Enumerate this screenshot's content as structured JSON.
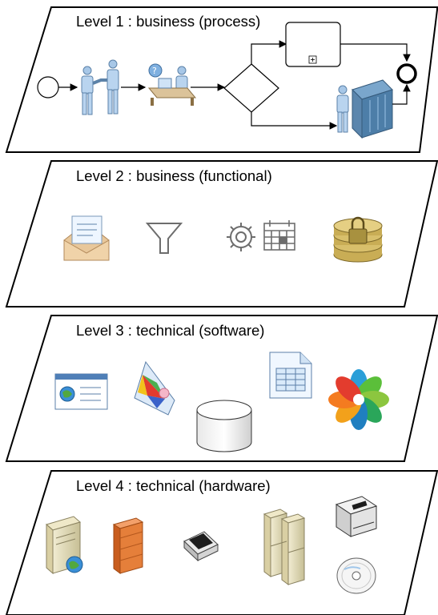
{
  "diagram": {
    "levels": [
      {
        "title": "Level 1 : business (process)"
      },
      {
        "title": "Level 2 : business (functional)"
      },
      {
        "title": "Level 3 : technical (software)"
      },
      {
        "title": "Level 4 : technical (hardware)"
      }
    ],
    "process_flow": {
      "elements": [
        "start-event",
        "handshake-people",
        "desk-worker-with-question",
        "exclusive-gateway",
        "collapsed-subprocess",
        "worker-at-server-rack",
        "end-event"
      ],
      "subprocess_marker": "⊞"
    },
    "icons": {
      "level2": [
        "envelope-letter-icon",
        "filter-funnel-icon",
        "gear-icon",
        "calendar-icon",
        "locked-database-icon"
      ],
      "level3": [
        "browser-window-icon",
        "prism-application-icon",
        "database-cylinder-icon",
        "spreadsheet-document-icon",
        "flower-logo-icon"
      ],
      "level4": [
        "server-network-icon",
        "firewall-icon",
        "scanner-icon",
        "server-cluster-icon",
        "printer-icon",
        "optical-disc-icon"
      ]
    },
    "colors": {
      "panel_stroke": "#000000",
      "panel_fill": "#ffffff",
      "icon_grey": "#6d6d6d",
      "person_blue": "#9ec3e6",
      "envelope_tan": "#e8c79a",
      "database_gold": "#c9ad55",
      "firewall_orange": "#e57f3a",
      "rack_blue": "#4d7ea8"
    }
  }
}
